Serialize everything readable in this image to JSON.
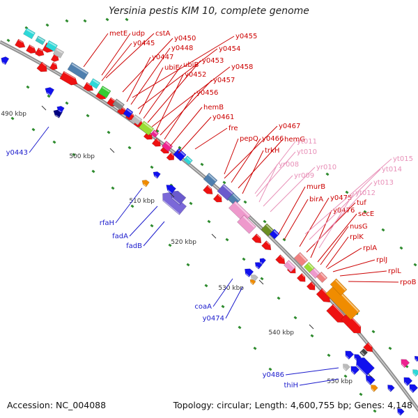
{
  "title": "Yersinia pestis KIM 10, complete genome",
  "accession": "Accession: NC_004088",
  "summary": "Topology: circular; Length: 4,600,755 bp; Genes: 4,148",
  "colors": {
    "backbone": "#909090",
    "dots": "#2e8b2e",
    "forward_label": "#cc0000",
    "reverse_label": "#1a1acc",
    "rna_label": "#e890b8",
    "ticks": "#333333"
  },
  "ticks": [
    {
      "label": "490 kbp"
    },
    {
      "label": "500 kbp"
    },
    {
      "label": "510 kbp"
    },
    {
      "label": "520 kbp"
    },
    {
      "label": "530 kbp"
    },
    {
      "label": "540 kbp"
    },
    {
      "label": "550 kbp"
    }
  ],
  "forward_labels": [
    {
      "name": "metE"
    },
    {
      "name": "udp"
    },
    {
      "name": "cstA"
    },
    {
      "name": "y0445"
    },
    {
      "name": "y0450"
    },
    {
      "name": "y0455"
    },
    {
      "name": "y0447"
    },
    {
      "name": "y0448"
    },
    {
      "name": "y0454"
    },
    {
      "name": "ubiE"
    },
    {
      "name": "ubiB"
    },
    {
      "name": "y0453"
    },
    {
      "name": "y0458"
    },
    {
      "name": "y0452"
    },
    {
      "name": "y0457"
    },
    {
      "name": "y0456"
    },
    {
      "name": "hemB"
    },
    {
      "name": "y0461"
    },
    {
      "name": "fre"
    },
    {
      "name": "y0467"
    },
    {
      "name": "pepQ"
    },
    {
      "name": "y0466"
    },
    {
      "name": "hemG"
    },
    {
      "name": "trkH"
    },
    {
      "name": "murB"
    },
    {
      "name": "birA"
    },
    {
      "name": "y0475"
    },
    {
      "name": "tuf"
    },
    {
      "name": "y0476"
    },
    {
      "name": "secE"
    },
    {
      "name": "nusG"
    },
    {
      "name": "rplK"
    },
    {
      "name": "rplA"
    },
    {
      "name": "rplJ"
    },
    {
      "name": "rplL"
    },
    {
      "name": "rpoB"
    }
  ],
  "rna_labels": [
    {
      "name": "yt011"
    },
    {
      "name": "yt010"
    },
    {
      "name": "yr008"
    },
    {
      "name": "yr009"
    },
    {
      "name": "yr010"
    },
    {
      "name": "yt015"
    },
    {
      "name": "yt014"
    },
    {
      "name": "yt013"
    },
    {
      "name": "yt012"
    }
  ],
  "reverse_labels": [
    {
      "name": "y0443"
    },
    {
      "name": "rfaH"
    },
    {
      "name": "fadA"
    },
    {
      "name": "fadB"
    },
    {
      "name": "coaA"
    },
    {
      "name": "y0474"
    },
    {
      "name": "y0486"
    },
    {
      "name": "thiH"
    }
  ]
}
